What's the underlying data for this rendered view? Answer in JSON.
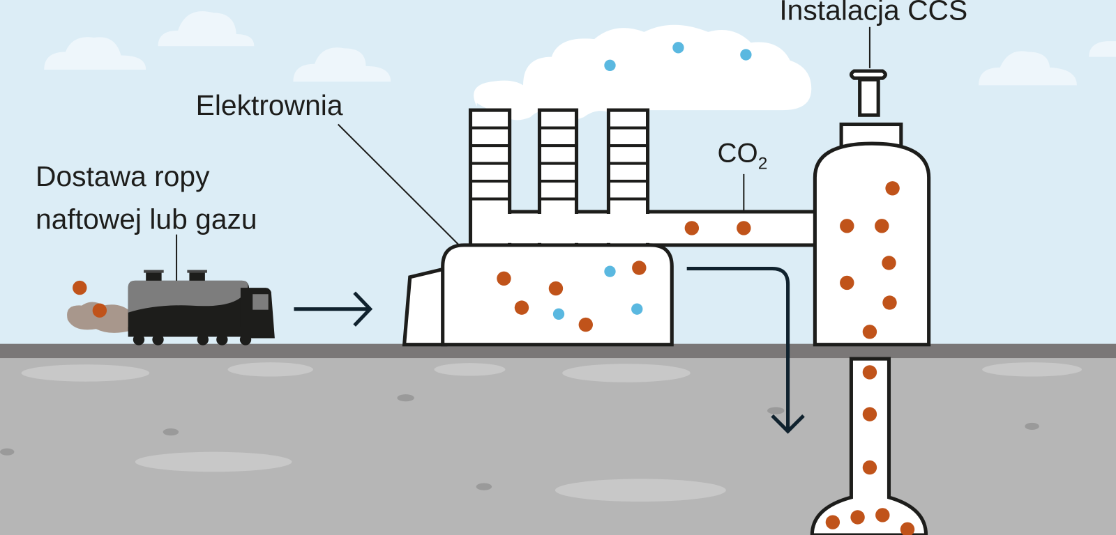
{
  "labels": {
    "ccs": "Instalacja CCS",
    "power_plant": "Elektrownia",
    "delivery_line1": "Dostawa ropy",
    "delivery_line2": "naftowej lub gazu",
    "co2_main": "CO",
    "co2_sub": "2"
  },
  "colors": {
    "sky": "#dcedf6",
    "cloud": "#ffffff",
    "ground_surface": "#7a7777",
    "ground": "#b6b6b6",
    "ground_patch": "#c8c8c8",
    "outline": "#1d1d1b",
    "co2_particle": "#c0531a",
    "water_particle": "#5ab8e0",
    "smoke": "#a8978c"
  }
}
